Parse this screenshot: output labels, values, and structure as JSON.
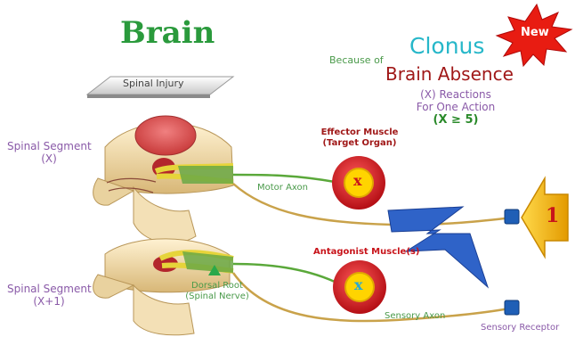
{
  "title": "Brain",
  "new_badge": "New",
  "spinal_injury": "Spinal Injury",
  "segment_x": {
    "line1": "Spinal Segment",
    "line2": "(X)"
  },
  "segment_x1": {
    "line1": "Spinal Segment",
    "line2": "(X+1)"
  },
  "because_of": "Because of",
  "clonus": "Clonus",
  "brain_absence": "Brain Absence",
  "reactions": {
    "line1": "(X) Reactions",
    "line2": "For One Action",
    "line3": "(X ≥ 5)"
  },
  "effector": {
    "line1": "Effector Muscle",
    "line2": "(Target Organ)"
  },
  "antagonist": "Antagonist Muscle(s)",
  "motor_axon": "Motor Axon",
  "dorsal_root": {
    "line1": "Dorsal Root",
    "line2": "(Spinal Nerve)"
  },
  "sensory_axon": "Sensory Axon",
  "sensory_receptor": "Sensory Receptor",
  "marker_effector": "x",
  "marker_antagonist": "x",
  "arrow_number": "1",
  "colors": {
    "title_green": "#2a9a3c",
    "purple": "#8a5aa8",
    "teal": "#26b7c9",
    "dark_red": "#a01818",
    "red": "#c8141b",
    "label_green": "#4a9a4a",
    "axon_tan": "#c9a24a",
    "blue_bolt": "#2f63c8",
    "gold": "#f2b400"
  }
}
